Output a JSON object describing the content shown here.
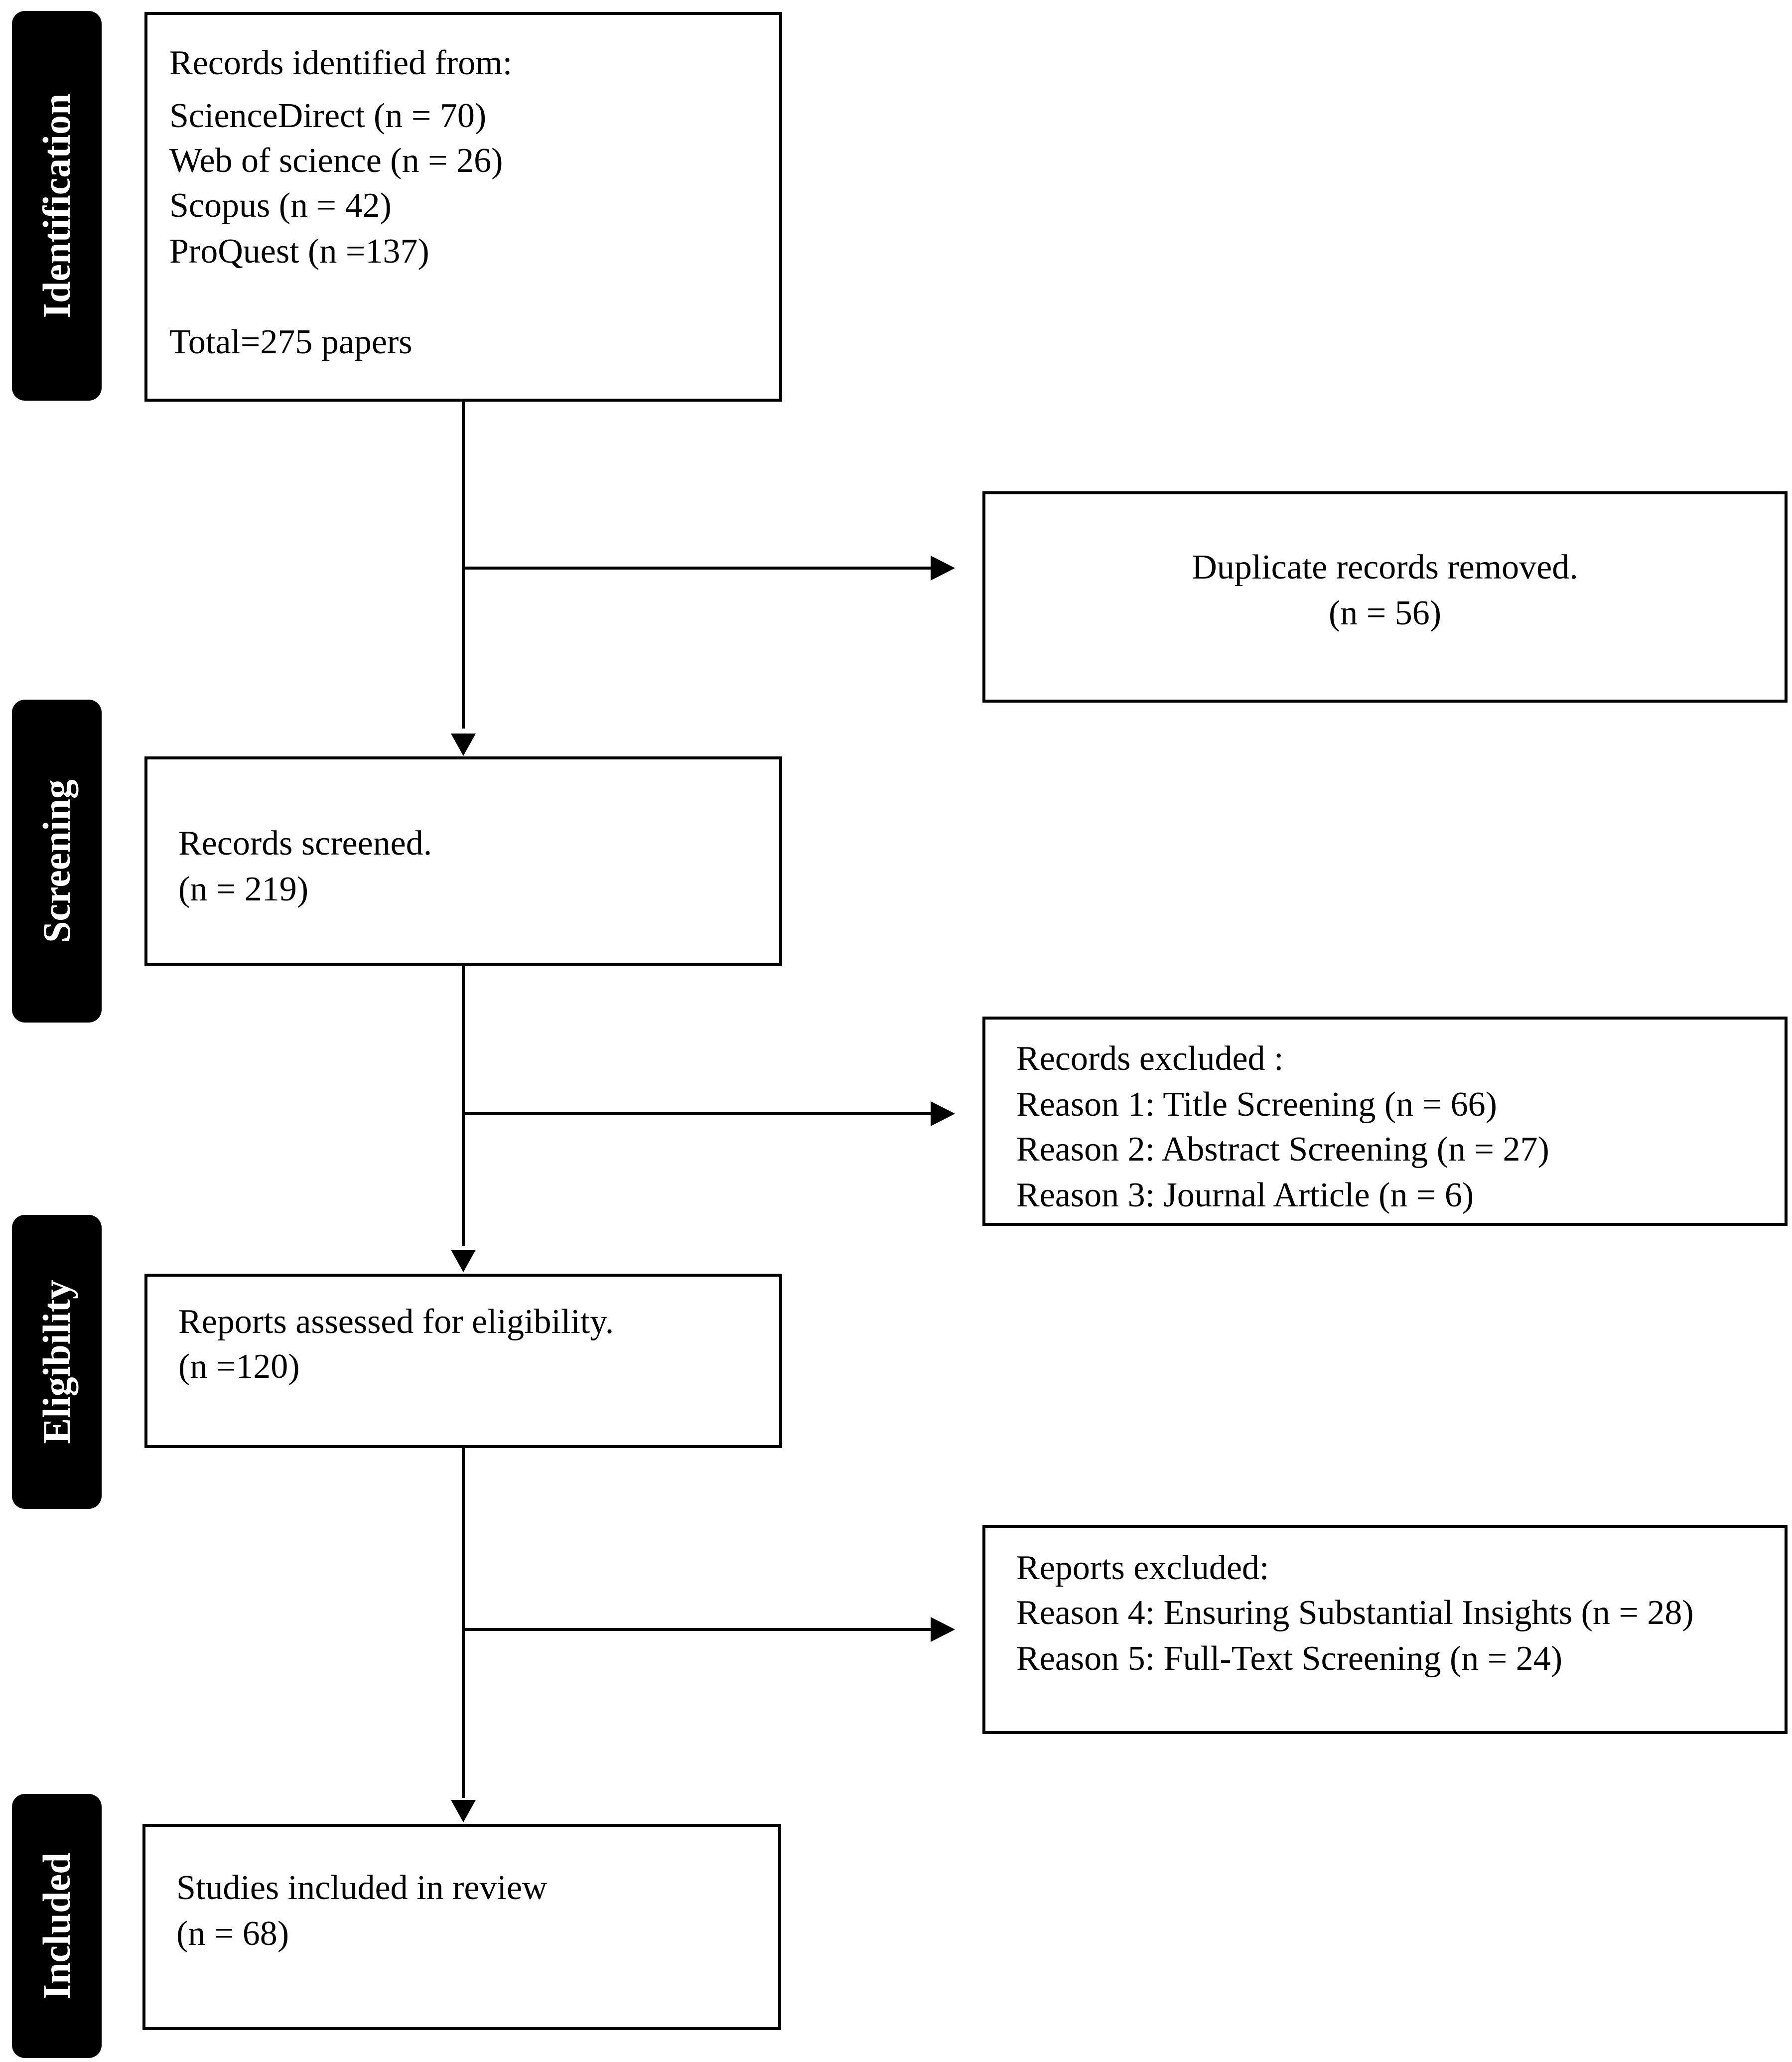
{
  "stages": {
    "identification": "Identification",
    "screening": "Screening",
    "eligibility": "Eligibility",
    "included": "Included"
  },
  "identification_box": {
    "heading": "Records  identified  from:",
    "sources": [
      "ScienceDirect  (n = 70)",
      "Web of science  (n = 26)",
      "Scopus (n = 42)",
      "ProQuest (n =137)"
    ],
    "total": "Total=275  papers"
  },
  "duplicates_box": {
    "line1": "Duplicate  records removed.",
    "line2": "(n = 56)"
  },
  "screened_box": {
    "line1": "Records screened.",
    "line2": "(n = 219)"
  },
  "records_excluded_box": {
    "heading": "Records excluded :",
    "reasons": [
      "Reason 1:  Title  Screening  (n = 66)",
      "Reason 2:  Abstract Screening  (n = 27)",
      "Reason 3:  Journal  Article  (n = 6)"
    ]
  },
  "eligibility_box": {
    "line1": "Reports assessed for eligibility.",
    "line2": "(n =120)"
  },
  "reports_excluded_box": {
    "heading": "Reports excluded:",
    "reasons": [
      "Reason 4: Ensuring  Substantial  Insights (n = 28)",
      "Reason 5: Full-Text  Screening  (n = 24)"
    ]
  },
  "included_box": {
    "line1": "Studies included in review",
    "line2": "(n = 68)"
  },
  "colors": {
    "stroke": "#000000",
    "stage_fill": "#000000",
    "stage_text": "#ffffff",
    "background": "#ffffff"
  }
}
